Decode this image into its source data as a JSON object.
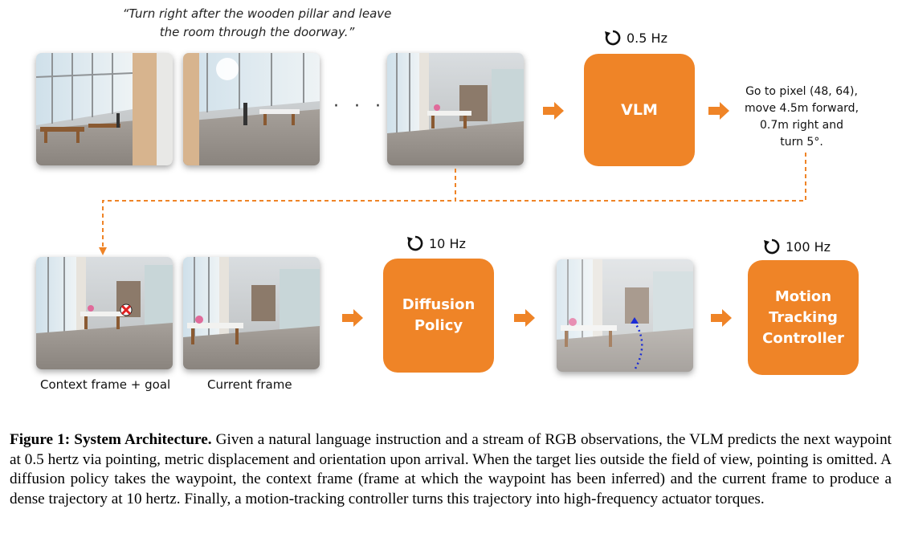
{
  "instruction": {
    "line1": "“Turn right after the wooden pillar and leave",
    "line2": "the room through the doorway.”"
  },
  "ellipsis": "· · ·",
  "vlm": {
    "label": "VLM",
    "frequency": "0.5 Hz",
    "output_lines": [
      "Go to pixel (48, 64),",
      "move 4.5m forward,",
      "0.7m right and",
      "turn 5°."
    ]
  },
  "diffusion": {
    "label_line1": "Diffusion",
    "label_line2": "Policy",
    "frequency": "10 Hz"
  },
  "controller": {
    "label_line1": "Motion",
    "label_line2": "Tracking",
    "label_line3": "Controller",
    "frequency": "100 Hz"
  },
  "frame_labels": {
    "context": "Context frame + goal",
    "current": "Current frame"
  },
  "caption": {
    "heading": "Figure 1: System Architecture.",
    "body": " Given a natural language instruction and a stream of RGB observations, the VLM predicts the next waypoint at 0.5 hertz via pointing, metric displacement and orientation upon arrival. When the target lies outside the field of view, pointing is omitted. A diffusion policy takes the waypoint, the context frame (frame at which the waypoint has been inferred) and the current frame to produce a dense trajectory at 10 hertz. Finally, a motion-tracking controller turns this trajectory into high-frequency actuator torques."
  },
  "colors": {
    "accent": "#ef8427",
    "trajectory": "#1a2bd6",
    "goal_marker": "#e02020"
  }
}
